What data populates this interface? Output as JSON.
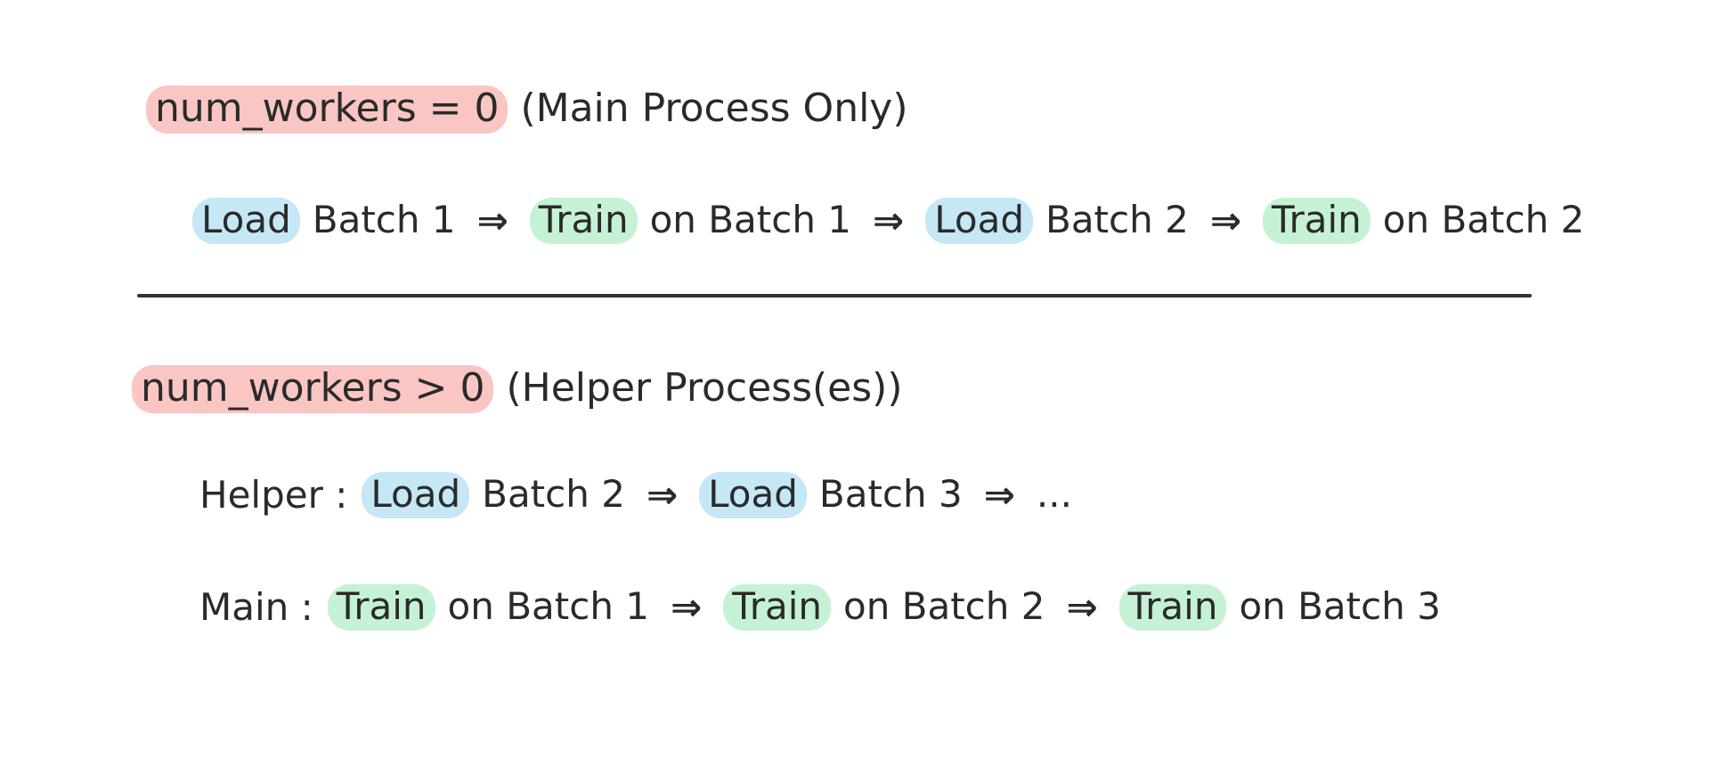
{
  "section1": {
    "keyword": "num_workers = 0",
    "description": "(Main Process Only)",
    "flow": [
      {
        "verb": "Load",
        "rest": "Batch 1",
        "kind": "load"
      },
      {
        "verb": "Train",
        "rest": "on Batch 1",
        "kind": "train"
      },
      {
        "verb": "Load",
        "rest": "Batch 2",
        "kind": "load"
      },
      {
        "verb": "Train",
        "rest": "on Batch 2",
        "kind": "train"
      }
    ]
  },
  "section2": {
    "keyword": "num_workers > 0",
    "description": "(Helper Process(es))",
    "helper": {
      "label": "Helper :",
      "flow": [
        {
          "verb": "Load",
          "rest": "Batch 2",
          "kind": "load"
        },
        {
          "verb": "Load",
          "rest": "Batch 3",
          "kind": "load"
        }
      ],
      "ellipsis": "..."
    },
    "main": {
      "label": "Main :",
      "flow": [
        {
          "verb": "Train",
          "rest": "on Batch 1",
          "kind": "train"
        },
        {
          "verb": "Train",
          "rest": "on Batch 2",
          "kind": "train"
        },
        {
          "verb": "Train",
          "rest": "on Batch 3",
          "kind": "train"
        }
      ]
    }
  },
  "arrow_symbol": "⇒",
  "colors": {
    "keyword_highlight": "#f9c6c4",
    "load_highlight": "#c5e7f6",
    "train_highlight": "#c5f2d4",
    "ink": "#2a2a2a",
    "divider": "#333333"
  }
}
